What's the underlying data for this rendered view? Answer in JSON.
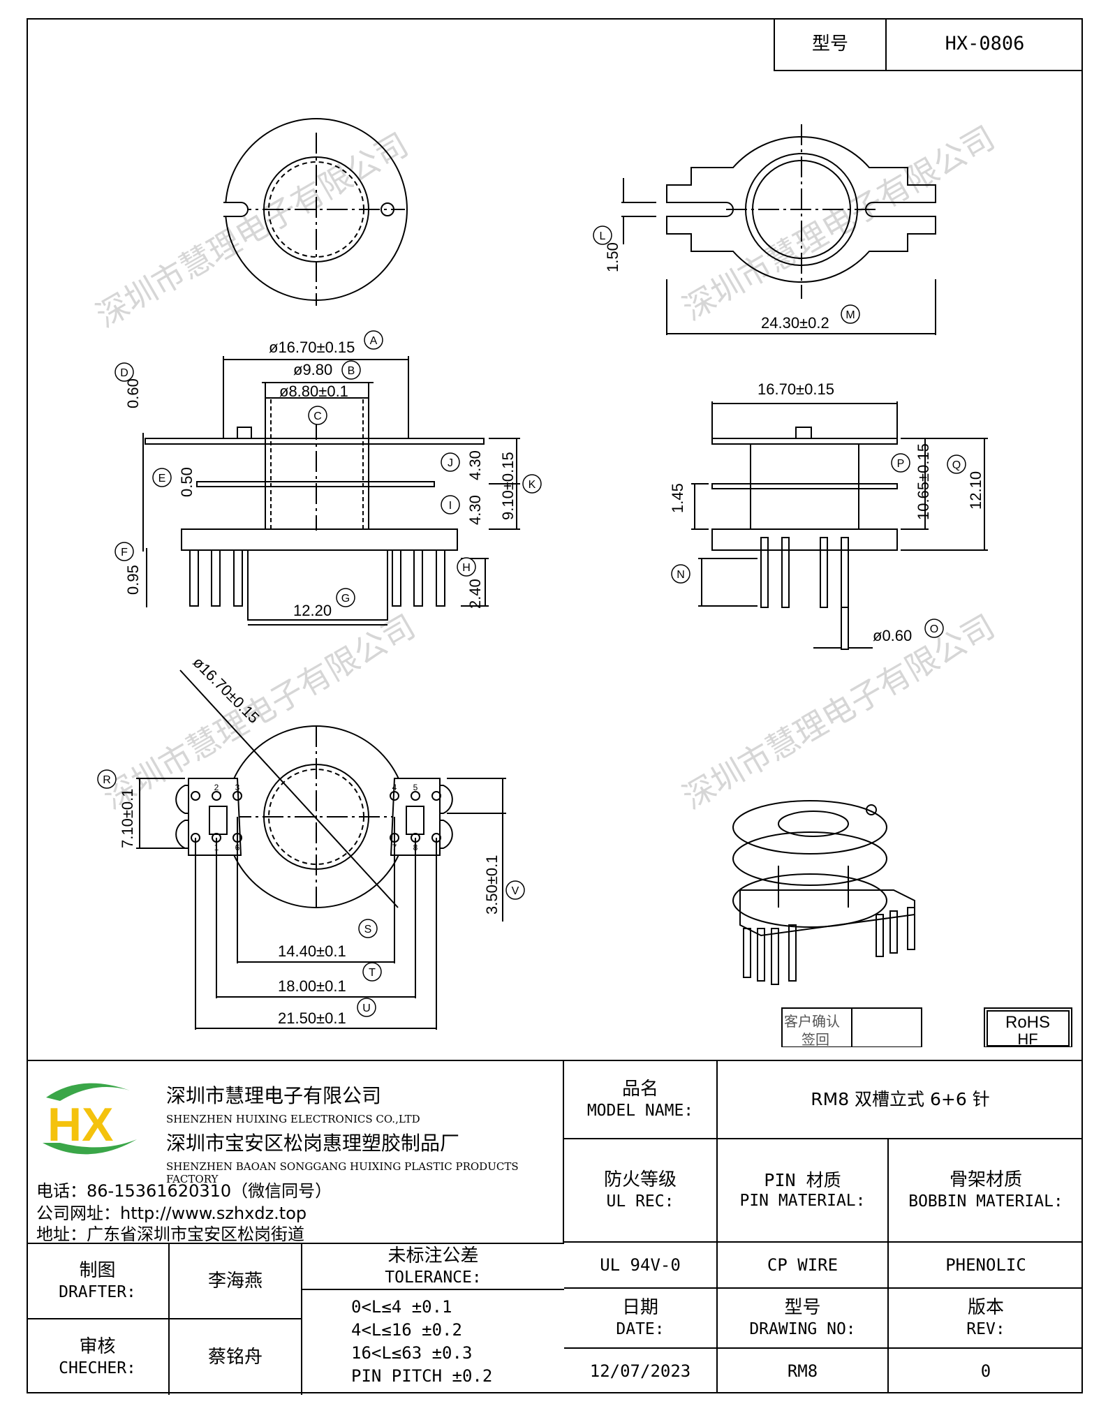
{
  "header": {
    "model_label": "型号",
    "model_value": "HX-0806"
  },
  "dimensions": {
    "A": "ø16.70±0.15",
    "B": "ø9.80",
    "C": "ø8.80±0.1",
    "D": "0.60",
    "E": "0.50",
    "F": "0.95",
    "G": "12.20",
    "H": "2.40",
    "I": "4.30",
    "J": "4.30",
    "K": "9.10±0.15",
    "L": "1.50",
    "M": "24.30±0.2",
    "N": "1.45",
    "O": "ø0.60",
    "P": "10.65±0.15",
    "Q": "12.10",
    "R": "7.10±0.1",
    "S": "14.40±0.1",
    "T": "18.00±0.1",
    "U": "21.50±0.1",
    "V": "3.50±0.1",
    "side_width": "16.70±0.15",
    "bottom_dia": "ø16.70±0.15"
  },
  "balloons": [
    "A",
    "B",
    "C",
    "D",
    "E",
    "F",
    "G",
    "H",
    "I",
    "J",
    "K",
    "L",
    "M",
    "N",
    "O",
    "P",
    "Q",
    "R",
    "S",
    "T",
    "U",
    "V"
  ],
  "pin_numbers": [
    "1",
    "2",
    "3",
    "4",
    "5",
    "6",
    "7",
    "8"
  ],
  "stamps": {
    "customer": "客户确认",
    "sign": "签回",
    "rohs": "RoHS",
    "hf": "HF"
  },
  "company": {
    "logo_text": "HX",
    "name_cn": "深圳市慧理电子有限公司",
    "name_en": "SHENZHEN HUIXING ELECTRONICS CO.,LTD",
    "factory_cn": "深圳市宝安区松岗惠理塑胶制品厂",
    "factory_en": "SHENZHEN BAOAN SONGGANG HUIXING PLASTIC PRODUCTS FACTORY",
    "phone": "电话：86-15361620310（微信同号）",
    "website": "公司网址：http://www.szhxdz.top",
    "address": "地址：广东省深圳市宝安区松岗街道"
  },
  "title_block": {
    "model_name_cn": "品名",
    "model_name_en": "MODEL NAME:",
    "model_name_value": "RM8 双槽立式 6+6 针",
    "ul_cn": "防火等级",
    "ul_en": "UL REC:",
    "pin_cn": "PIN 材质",
    "pin_en": "PIN MATERIAL:",
    "bobbin_cn": "骨架材质",
    "bobbin_en": "BOBBIN MATERIAL:",
    "ul_value": "UL 94V-0",
    "pin_value": "CP WIRE",
    "bobbin_value": "PHENOLIC",
    "date_cn": "日期",
    "date_en": "DATE:",
    "drawing_cn": "型号",
    "drawing_en": "DRAWING NO:",
    "rev_cn": "版本",
    "rev_en": "REV:",
    "date_value": "12/07/2023",
    "drawing_value": "RM8",
    "rev_value": "0",
    "drafter_cn": "制图",
    "drafter_en": "DRAFTER:",
    "drafter_name": "李海燕",
    "checker_cn": "审核",
    "checker_en": "CHECHER:",
    "checker_name": "蔡铭舟",
    "tolerance_cn": "未标注公差",
    "tolerance_en": "TOLERANCE:",
    "tolerance_lines": [
      "0<L≤4  ±0.1",
      "4<L≤16 ±0.2",
      "16<L≤63 ±0.3",
      "PIN PITCH ±0.2"
    ]
  },
  "watermark": "深圳市慧理电子有限公司",
  "colors": {
    "logo_green": "#3aa648",
    "logo_yellow": "#f4c20d",
    "logo_blue": "#1f5fa8",
    "watermark": "#d6d6d6"
  }
}
